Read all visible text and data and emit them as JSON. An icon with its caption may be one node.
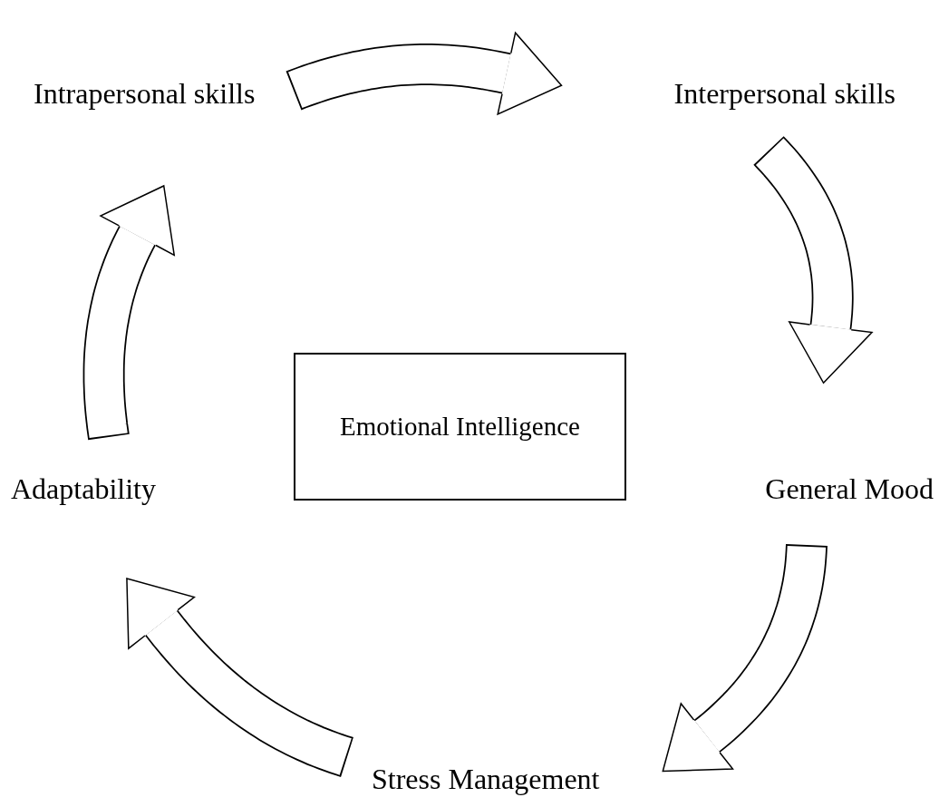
{
  "diagram": {
    "nodes": [
      {
        "text": [
          "Emotional Intelligence"
        ]
      },
      {
        "text": [
          "Intrapersonal skills"
        ]
      },
      {
        "text": [
          "Interpersonal skills"
        ]
      },
      {
        "text": [
          "General Mood"
        ]
      },
      {
        "text": [
          "Stress Management"
        ]
      },
      {
        "text": [
          "Adaptability"
        ]
      }
    ],
    "edges": [
      {
        "from": 1,
        "to": 2,
        "arrow": "to"
      },
      {
        "from": 2,
        "to": 3,
        "arrow": "to"
      },
      {
        "from": 3,
        "to": 4,
        "arrow": "to"
      },
      {
        "from": 4,
        "to": 5,
        "arrow": "to"
      },
      {
        "from": 5,
        "to": 1,
        "arrow": "to"
      }
    ]
  }
}
